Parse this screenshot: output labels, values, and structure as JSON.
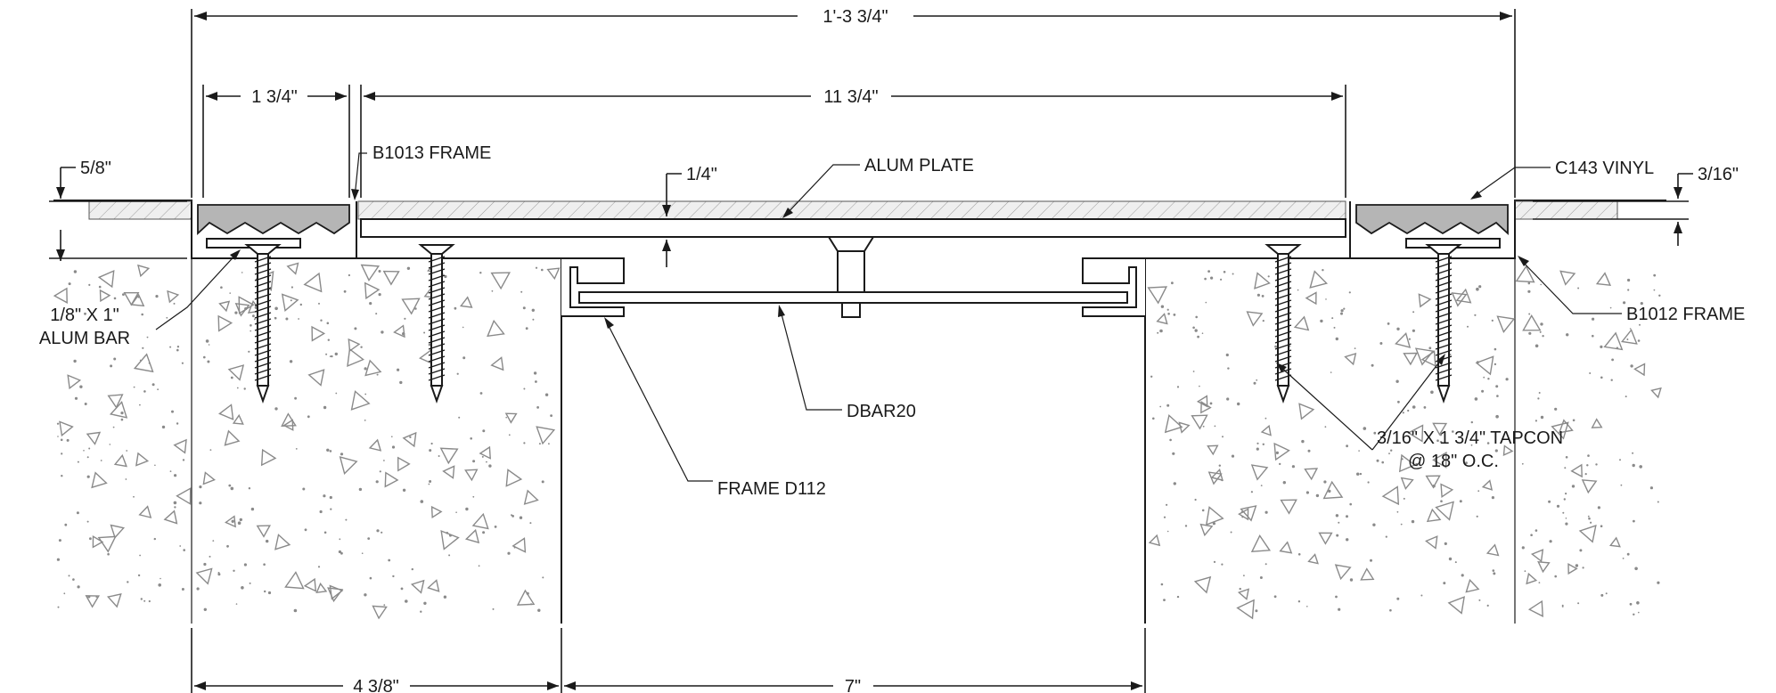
{
  "drawing": {
    "dimensions": {
      "overall_width": "1'-3 3/4\"",
      "frame_width": "1 3/4\"",
      "plate_span": "11 3/4\"",
      "slab_depth": "5/8\"",
      "plate_thickness": "1/4\"",
      "vinyl_thickness": "3/16\"",
      "slab_edge": "4 3/8\"",
      "joint_width": "7\""
    },
    "callouts": {
      "b1013_frame": "B1013 FRAME",
      "alum_plate": "ALUM PLATE",
      "c143_vinyl": "C143 VINYL",
      "b1012_frame": "B1012 FRAME",
      "alum_bar_line1": "1/8\" X 1\"",
      "alum_bar_line2": "ALUM BAR",
      "dbar20": "DBAR20",
      "frame_d112": "FRAME D112",
      "tapcon_line1": "3/16\" X 1 3/4\" TAPCON",
      "tapcon_line2": "@ 18\" O.C."
    }
  }
}
